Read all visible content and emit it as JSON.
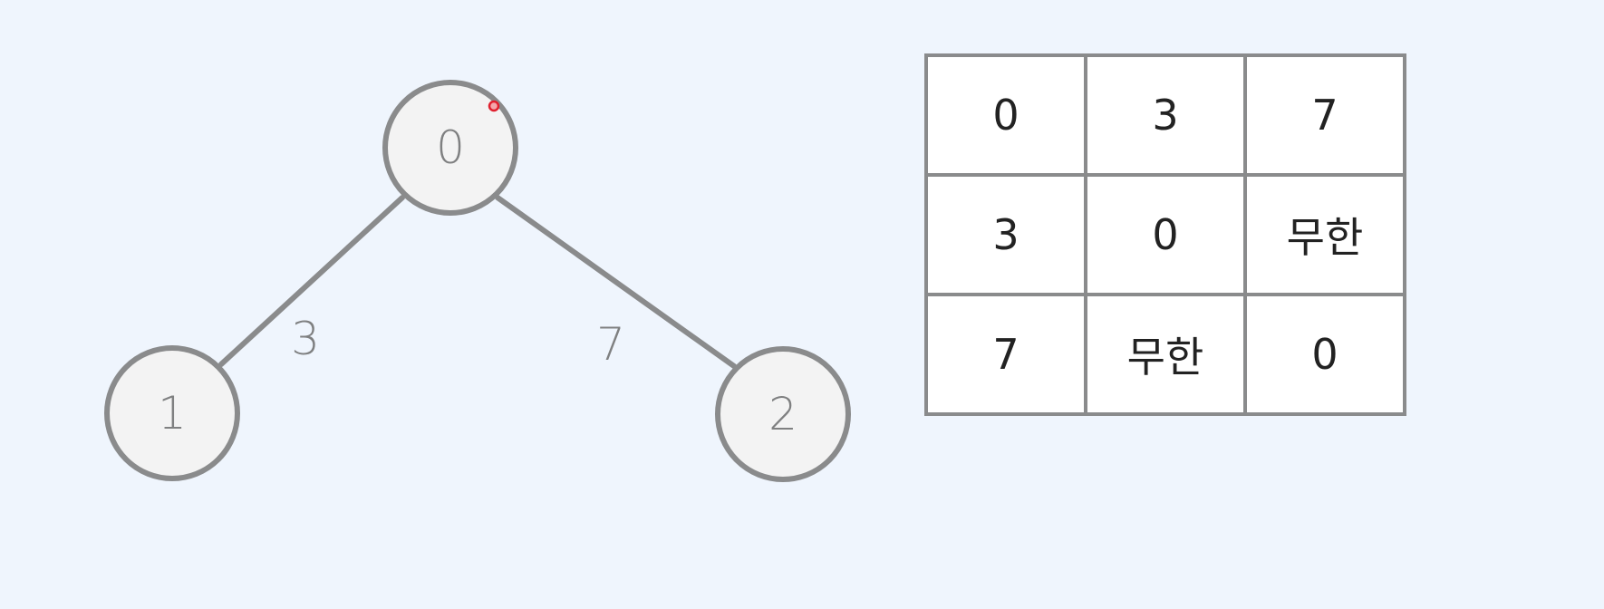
{
  "graph": {
    "nodes": [
      {
        "id": "0",
        "label": "0"
      },
      {
        "id": "1",
        "label": "1"
      },
      {
        "id": "2",
        "label": "2"
      }
    ],
    "edges": [
      {
        "from": "0",
        "to": "1",
        "weight": "3"
      },
      {
        "from": "0",
        "to": "2",
        "weight": "7"
      }
    ]
  },
  "matrix": {
    "rows": [
      [
        "0",
        "3",
        "7"
      ],
      [
        "3",
        "0",
        "무한"
      ],
      [
        "7",
        "무한",
        "0"
      ]
    ]
  },
  "colors": {
    "background": "#eff5fd",
    "stroke": "#8a8b8c",
    "node_fill": "#f3f3f3",
    "cell_fill": "#ffffff",
    "cursor": "#e0202e"
  }
}
